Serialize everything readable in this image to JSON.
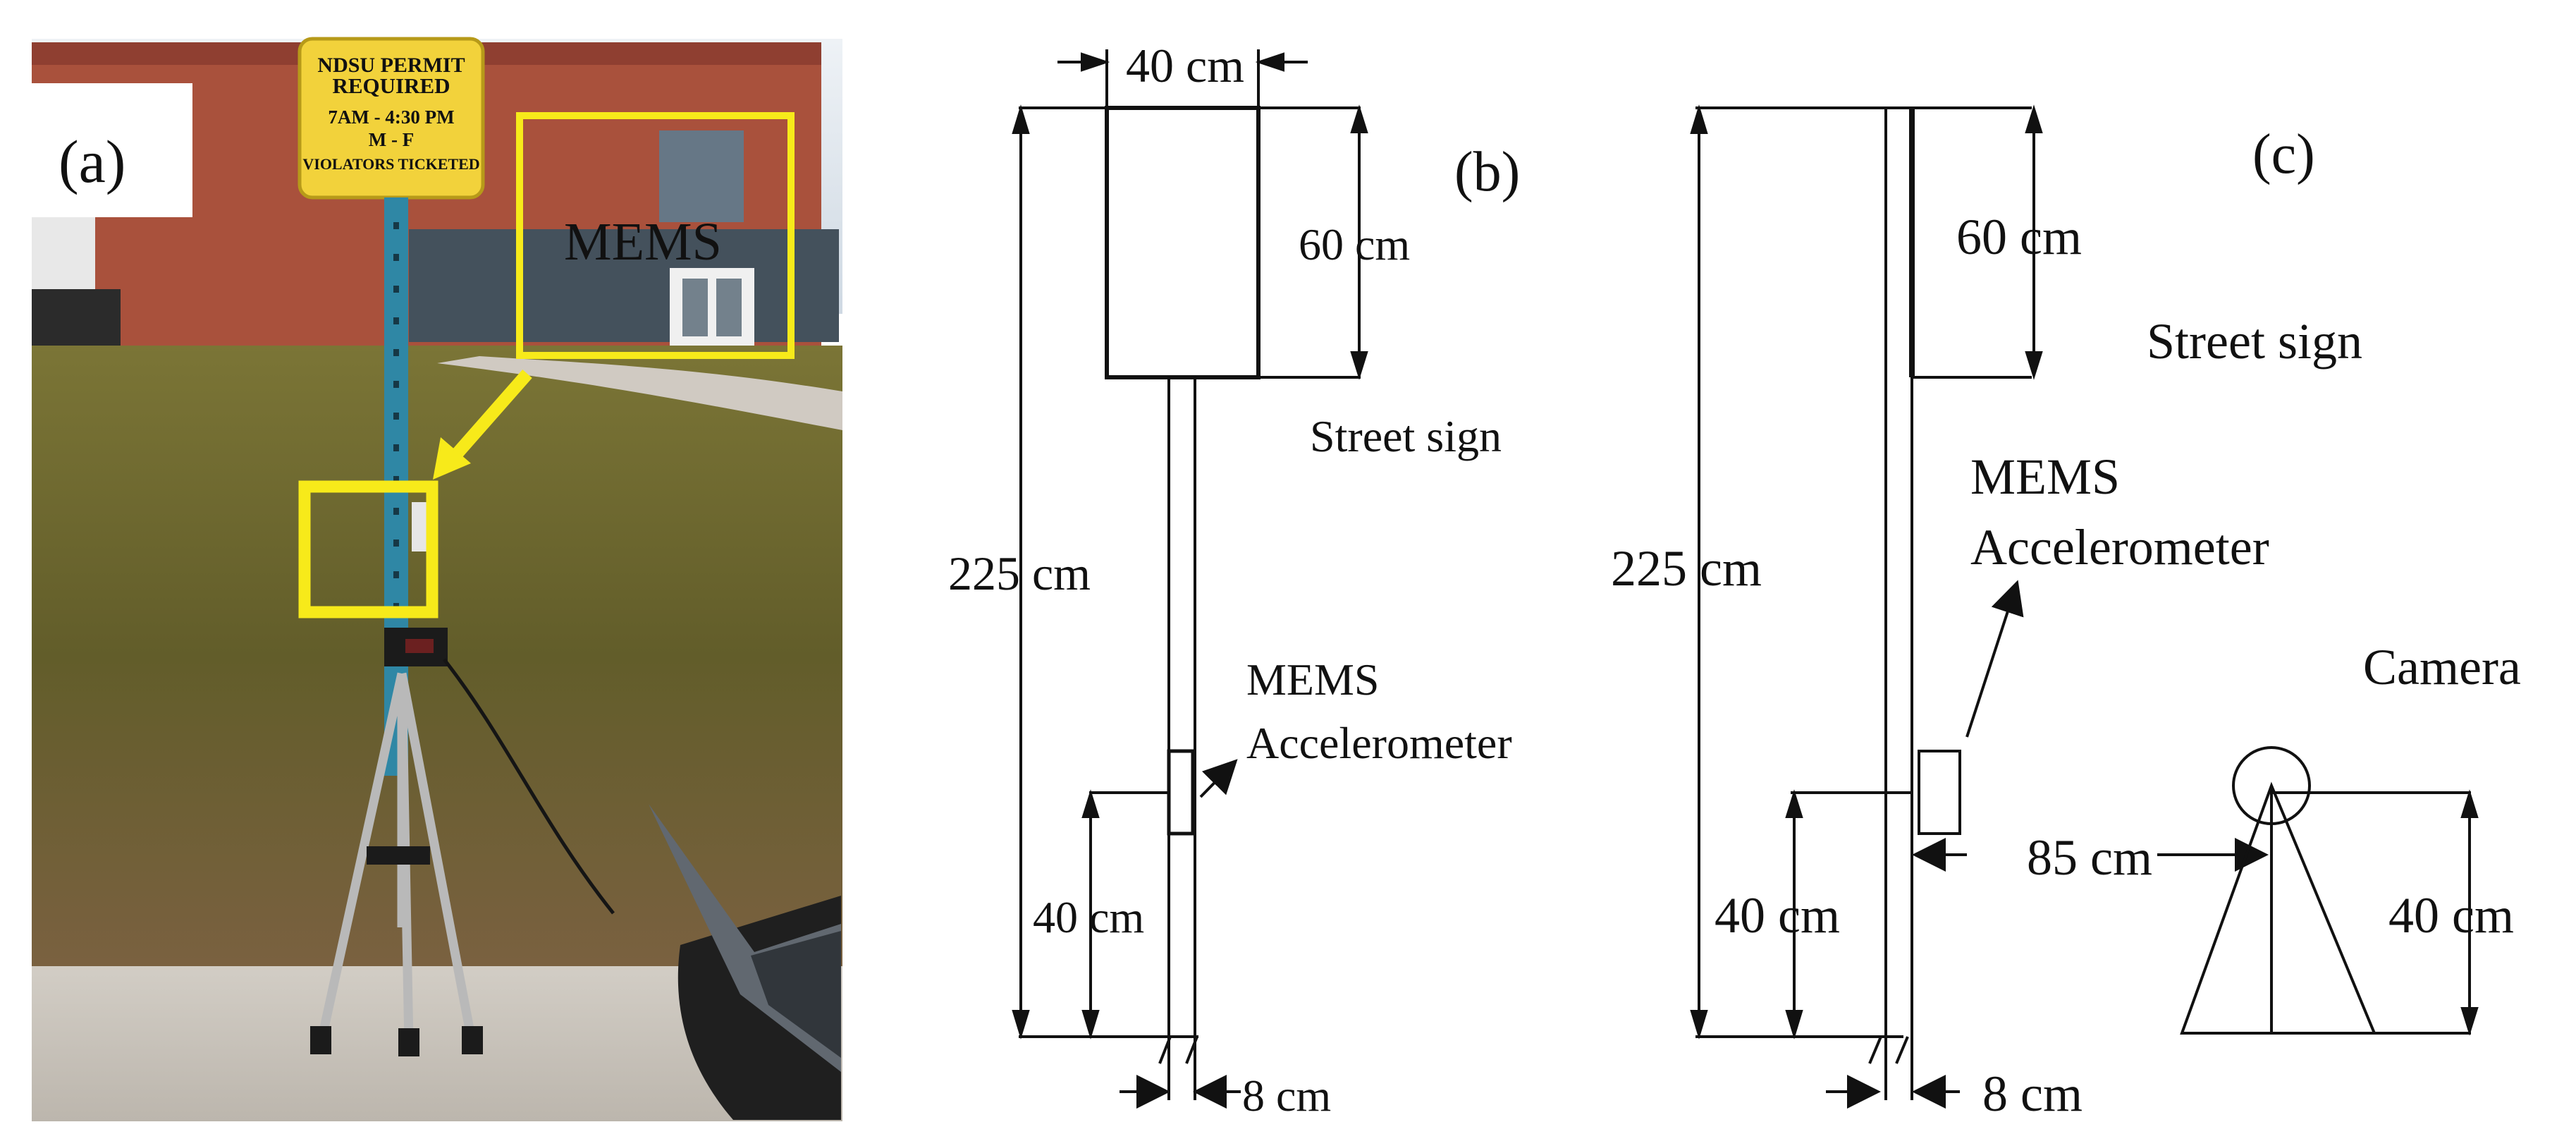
{
  "figure": {
    "panel_a": {
      "label": "(a)",
      "photo_annotation": "MEMS",
      "sign_lines": [
        "NDSU PERMIT",
        "REQUIRED",
        "7AM - 4:30 PM",
        "M - F",
        "VIOLATORS TICKETED"
      ],
      "colors": {
        "annotation": "#f7ea1a",
        "pole": "#2f87a5",
        "sign": "#f2d23b",
        "building": "#a9513c",
        "grass": "#6f6a31",
        "pavement": "#c8c2b8",
        "sky": "#d8e1ea"
      }
    },
    "panel_b": {
      "label": "(b)",
      "sign_width": "40 cm",
      "sign_height": "60 cm",
      "sign_label": "Street sign",
      "total_height": "225 cm",
      "sensor_label_line1": "MEMS",
      "sensor_label_line2": "Accelerometer",
      "sensor_height": "40 cm",
      "pole_width": "8 cm"
    },
    "panel_c": {
      "label": "(c)",
      "sign_height": "60 cm",
      "sign_label": "Street sign",
      "total_height": "225 cm",
      "sensor_label_line1": "MEMS",
      "sensor_label_line2": "Accelerometer",
      "camera_label": "Camera",
      "sensor_height": "40 cm",
      "camera_distance": "85 cm",
      "camera_height": "40 cm",
      "pole_width": "8 cm"
    }
  }
}
